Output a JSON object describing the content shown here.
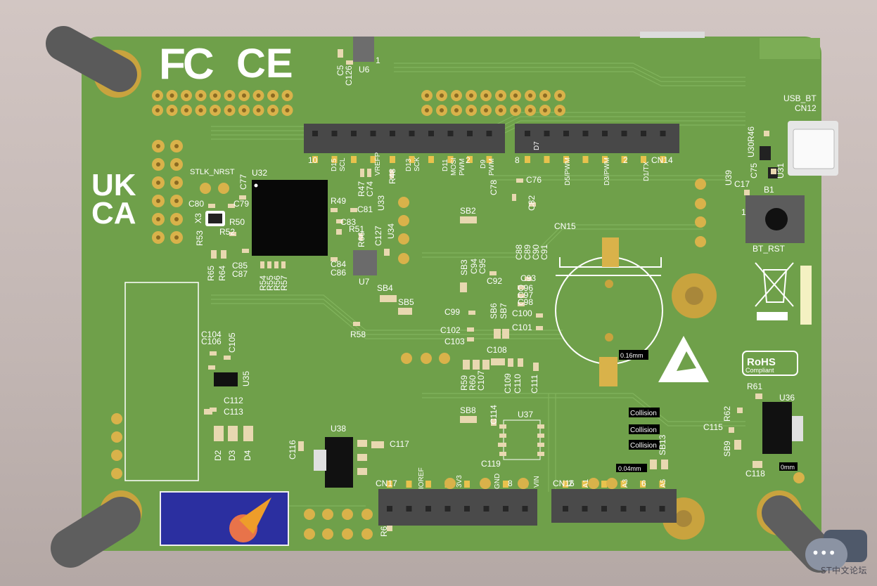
{
  "colors": {
    "board": "#6fa04a",
    "board_edge": "#5e8f3c",
    "silk": "#ffffff",
    "pad_gold": "#d9b24a",
    "chip": "#151515",
    "header": "#474747",
    "standoff": "#6a6a6a"
  },
  "logos": {
    "fcc": "FC",
    "ce": "CE",
    "ukca_top": "UK",
    "ukca_bottom": "CA",
    "rohs_top": "RoHS",
    "rohs_bottom": "Compliant"
  },
  "labels": {
    "u32": "U32",
    "u6": "U6",
    "u7": "U7",
    "u33": "U33",
    "u34": "U34",
    "u35": "U35",
    "u37": "U37",
    "u38": "U38",
    "u36": "U36",
    "u30": "U30",
    "u31": "U31",
    "u39": "U39",
    "stlk": "STLK_NRST",
    "x3": "X3",
    "cn14": "CN14",
    "cn15": "CN15",
    "cn16": "CN16",
    "cn17": "CN17",
    "cn12": "CN12",
    "usb_bt": "USB_BT",
    "b1": "B1",
    "bt_rst": "BT_RST",
    "d15": "D15",
    "scl": "SCL",
    "vrefp": "VREFP",
    "d13": "D13",
    "sck": "SCK",
    "d11": "D11",
    "mosi": "MOSI",
    "pwm": "PWM",
    "d9": "D9",
    "pwm2": "PWM",
    "d7": "D7",
    "d5pwm": "D5/PWM",
    "d3pwm": "D3/PWM",
    "d1tx": "D1/TX",
    "ioref": "IOREF",
    "v3v3": "3V3",
    "gnd": "GND",
    "vin": "VIN",
    "a1": "A1",
    "a3": "A3",
    "a5": "A5",
    "n10": "10",
    "n8": "8",
    "n2": "2",
    "n2b": "2",
    "n6": "6",
    "n8b": "8",
    "n1": "1",
    "n1b": "1",
    "sb2": "SB2",
    "sb3": "SB3",
    "sb4": "SB4",
    "sb5": "SB5",
    "sb6": "SB6",
    "sb7": "SB7",
    "sb8": "SB8",
    "sb9": "SB9",
    "sb13": "SB13",
    "c5": "C5",
    "c126": "C126",
    "c77": "C77",
    "c80": "C80",
    "c79": "C79",
    "c81": "C81",
    "c83": "C83",
    "c84": "C84",
    "c86": "C86",
    "c85": "C85",
    "c87": "C87",
    "c127": "C127",
    "c74": "C74",
    "c76": "C76",
    "c78": "C78",
    "c82": "C82",
    "c88": "C88",
    "c89": "C89",
    "c90": "C90",
    "c91": "C91",
    "c92": "C92",
    "c93": "C93",
    "c94": "C94",
    "c95": "C95",
    "c96": "C96",
    "c97": "C97",
    "c98": "C98",
    "c99": "C99",
    "c100": "C100",
    "c101": "C101",
    "c102": "C102",
    "c103": "C103",
    "c104": "C104",
    "c105": "C105",
    "c106": "C106",
    "c107": "C107",
    "c108": "C108",
    "c109": "C109",
    "c110": "C110",
    "c111": "C111",
    "c112": "C112",
    "c113": "C113",
    "c114": "C114",
    "c115": "C115",
    "c116": "C116",
    "c117": "C117",
    "c118": "C118",
    "c119": "C119",
    "c17": "C17",
    "c75": "C75",
    "r47": "R47",
    "r48": "R48",
    "r49": "R49",
    "r50": "R50",
    "r51": "R51",
    "r52": "R52",
    "r53": "R53",
    "r54": "R54",
    "r55": "R55",
    "r56": "R56",
    "r57": "R57",
    "r58": "R58",
    "r59": "R59",
    "r60": "R60",
    "r61": "R61",
    "r62": "R62",
    "r64": "R64",
    "r65": "R65",
    "r66": "R66",
    "r46": "R46",
    "r6": "R6",
    "d2": "D2",
    "d3": "D3",
    "d4": "D4"
  },
  "annotations": {
    "m016": "0.16mm",
    "m004": "0.04mm",
    "m0": "0mm",
    "collision1": "Collision",
    "collision2": "Collision",
    "collision3": "Collision"
  },
  "watermark": {
    "text": "ST中文论坛"
  }
}
